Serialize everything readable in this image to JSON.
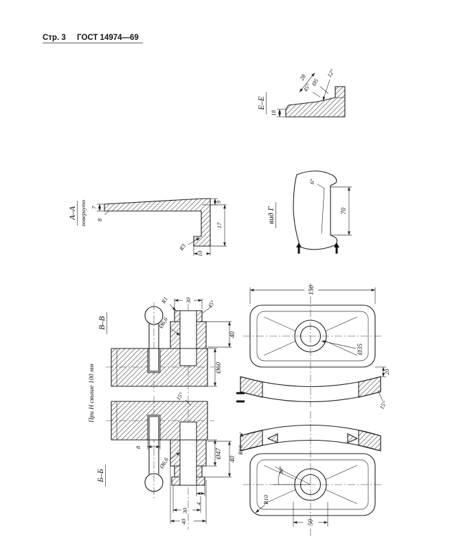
{
  "header": {
    "page_label": "Стр. 3",
    "doc_label": "ГОСТ 14974—69"
  },
  "views": {
    "ee": {
      "label": "Е–Е",
      "dims": {
        "d18": "18",
        "a12": "12°",
        "d28": "28",
        "a45": "45°",
        "d5": "Ø5"
      }
    },
    "g": {
      "label": "вид Г",
      "dims": {
        "a6": "6°",
        "d70": "70"
      }
    },
    "aa": {
      "label": "А–А",
      "sublabel": "повернуто",
      "dims": {
        "d7": "7",
        "d8": "8",
        "d9": "9",
        "d17": "17",
        "r3": "R3",
        "d10": "10"
      }
    },
    "vv": {
      "label": "В–В",
      "dims": {
        "r1": "R1",
        "d30": "30",
        "a45": "45°",
        "d66": "Ø6,6",
        "d60": "Ø60",
        "d40": "40"
      }
    },
    "bb": {
      "label": "Б–Б",
      "note": "При Н свыше 100 мм",
      "dims": {
        "a15": "15°",
        "d8": "8",
        "d66": "Ø6,6",
        "d47": "Ø47",
        "d40": "40",
        "d4": "4",
        "d30": "30",
        "d40b": "40"
      }
    },
    "plan_top": {
      "dims": {
        "d150": "150",
        "d35": "Ø35",
        "d20": "20",
        "a15": "15°"
      }
    },
    "plan_bottom": {
      "dims": {
        "r10a": "R10",
        "a30": "30°",
        "r10b": "R10",
        "d50": "50"
      }
    }
  }
}
